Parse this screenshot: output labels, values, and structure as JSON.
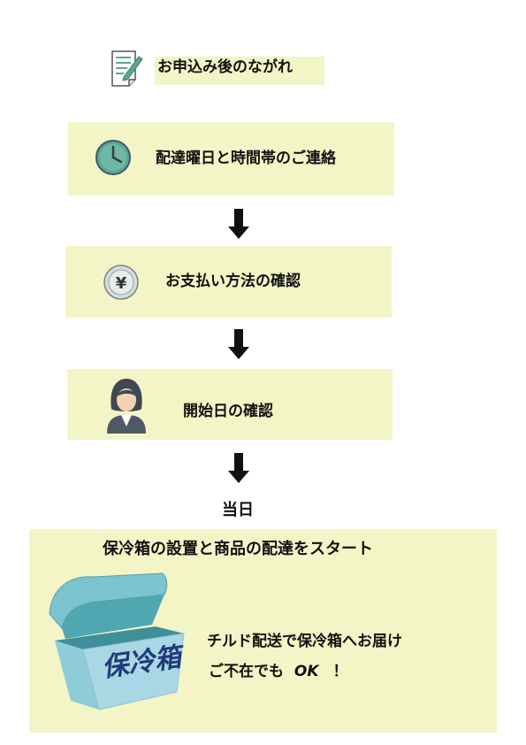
{
  "header": {
    "title": "お申込み後のながれ",
    "icon": "form-pencil-icon"
  },
  "steps": [
    {
      "label": "配達曜日と時間帯のご連絡",
      "icon": "clock-icon"
    },
    {
      "label": "お支払い方法の確認",
      "icon": "yen-coin-icon"
    },
    {
      "label": "開始日の確認",
      "icon": "staff-person-icon"
    }
  ],
  "day_label": "当日",
  "final": {
    "title": "保冷箱の設置と商品の配達をスタート",
    "box_label": "保冷箱",
    "line1": "チルド配送で保冷箱へお届け",
    "line2_prefix": "ご不在でも",
    "line2_ok": "OK",
    "line2_suffix": "！"
  },
  "colors": {
    "panel": "#f3f5c6",
    "clock_face": "#5aa795",
    "coin": "#d4dcdc",
    "cooler_body": "#a9d8e4",
    "cooler_lid": "#4fa7b1",
    "cooler_text": "#223a7a"
  }
}
